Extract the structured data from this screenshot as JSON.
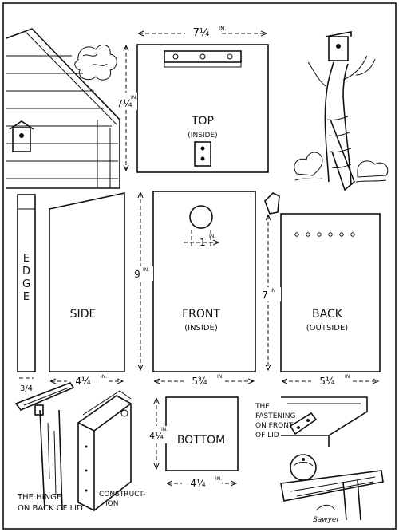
{
  "top_panel": {
    "title": "TOP",
    "subtitle": "(INSIDE)",
    "width_dim": "7¼",
    "height_dim": "7¼",
    "unit": "IN."
  },
  "side_panel": {
    "edge_label": "EDGE",
    "title": "SIDE",
    "width_dim": "4¼",
    "edge_dim": "3/4",
    "unit": "IN."
  },
  "front_panel": {
    "title": "FRONT",
    "subtitle": "(INSIDE)",
    "height_dim": "9",
    "width_dim": "5¾",
    "hole_dim": "1",
    "unit": "IN."
  },
  "back_panel": {
    "title": "BACK",
    "subtitle": "(OUTSIDE)",
    "height_dim": "7",
    "width_dim": "5¼",
    "unit": "IN"
  },
  "bottom_panel": {
    "title": "BOTTOM",
    "height_dim": "4¼",
    "width_dim": "4¼",
    "unit": "IN."
  },
  "captions": {
    "hinge_line1": "THE HINGE",
    "hinge_line2": "ON BACK OF LID",
    "construction_line1": "CONSTRUCT-",
    "construction_line2": "ION",
    "fastening_line1": "THE",
    "fastening_line2": "FASTENING",
    "fastening_line3": "ON FRONT",
    "fastening_line4": "OF LID"
  },
  "signature": "Sawyer"
}
